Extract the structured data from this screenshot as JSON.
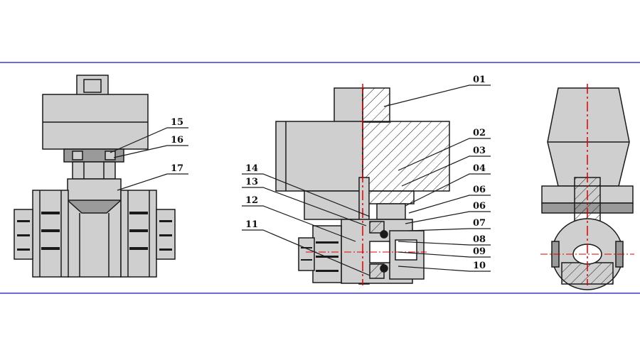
{
  "colors": {
    "frame_line": "#6b6bd6",
    "outline": "#1a1a1a",
    "body_fill": "#cfcfcf",
    "dark_fill": "#9a9a9a",
    "centerline": "#e00000",
    "background": "#ffffff"
  },
  "callouts": {
    "c01": "01",
    "c02": "02",
    "c03": "03",
    "c04": "04",
    "c06a": "06",
    "c06b": "06",
    "c07": "07",
    "c08": "08",
    "c09": "09",
    "c10": "10",
    "c11": "11",
    "c12": "12",
    "c13": "13",
    "c14": "14",
    "c15": "15",
    "c16": "16",
    "c17": "17"
  }
}
